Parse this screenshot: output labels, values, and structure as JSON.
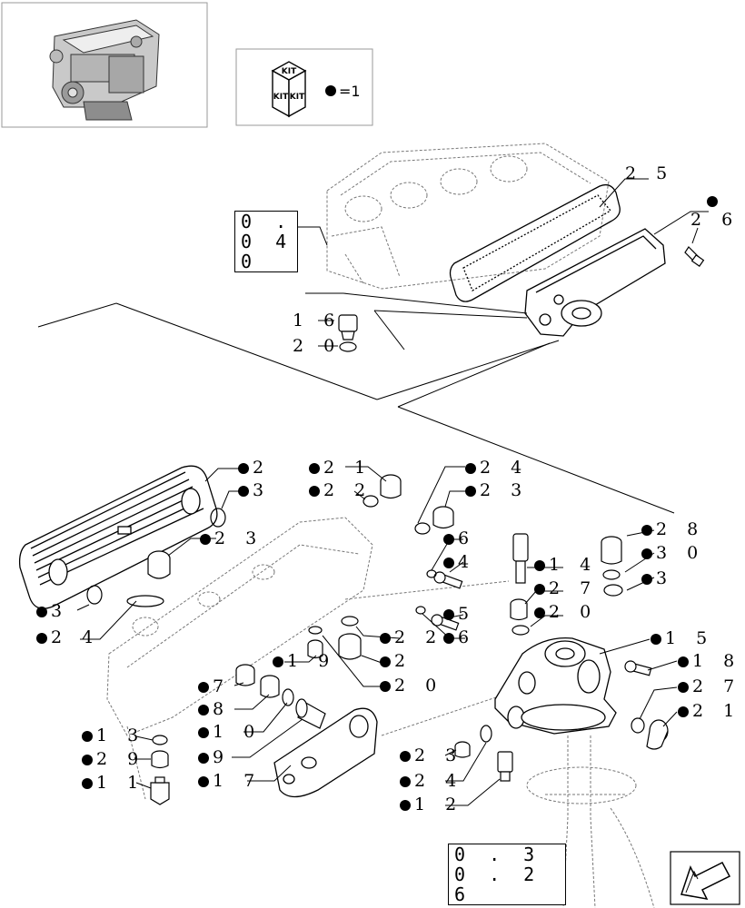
{
  "kit_legend": {
    "top": "KIT",
    "left": "KIT",
    "right": "KIT",
    "equals": "=1"
  },
  "references": {
    "block_ref": "0 . 0 4 0",
    "bottom_ref": "0 . 3 0 . 2 6"
  },
  "callouts": [
    {
      "key": "c25",
      "label": "2 5",
      "kit": false
    },
    {
      "key": "ckit_top",
      "label": "",
      "kit": true
    },
    {
      "key": "c26",
      "label": "2 6",
      "kit": false
    },
    {
      "key": "c16",
      "label": "1 6",
      "kit": false
    },
    {
      "key": "c20a",
      "label": "2 0",
      "kit": false
    },
    {
      "key": "c2",
      "label": "2",
      "kit": true
    },
    {
      "key": "c3a",
      "label": "3",
      "kit": true
    },
    {
      "key": "c21",
      "label": "2 1",
      "kit": true
    },
    {
      "key": "c22a",
      "label": "2 2",
      "kit": true
    },
    {
      "key": "c24a",
      "label": "2 4",
      "kit": true
    },
    {
      "key": "c23a",
      "label": "2 3",
      "kit": true
    },
    {
      "key": "c23b",
      "label": "2 3",
      "kit": true
    },
    {
      "key": "c6a",
      "label": "6",
      "kit": true
    },
    {
      "key": "c4",
      "label": "4",
      "kit": true
    },
    {
      "key": "c14",
      "label": "1 4",
      "kit": true
    },
    {
      "key": "c28",
      "label": "2 8",
      "kit": true
    },
    {
      "key": "c30",
      "label": "3 0",
      "kit": true
    },
    {
      "key": "c3b",
      "label": "3",
      "kit": true
    },
    {
      "key": "c27a",
      "label": "2 7",
      "kit": true
    },
    {
      "key": "c20b",
      "label": "2 0",
      "kit": true
    },
    {
      "key": "c5",
      "label": "5",
      "kit": true
    },
    {
      "key": "c6b",
      "label": "6",
      "kit": true
    },
    {
      "key": "c3c",
      "label": "3",
      "kit": true
    },
    {
      "key": "c24b",
      "label": "2 4",
      "kit": true
    },
    {
      "key": "c22b",
      "label": "2 2",
      "kit": true
    },
    {
      "key": "c2b",
      "label": "2",
      "kit": true
    },
    {
      "key": "c19",
      "label": "1 9",
      "kit": true
    },
    {
      "key": "c20c",
      "label": "2 0",
      "kit": true
    },
    {
      "key": "c15",
      "label": "1 5",
      "kit": true
    },
    {
      "key": "c18",
      "label": "1 8",
      "kit": true
    },
    {
      "key": "c27b",
      "label": "2 7",
      "kit": true
    },
    {
      "key": "c21b",
      "label": "2 1",
      "kit": true
    },
    {
      "key": "c7",
      "label": "7",
      "kit": true
    },
    {
      "key": "c8",
      "label": "8",
      "kit": true
    },
    {
      "key": "c10",
      "label": "1 0",
      "kit": true
    },
    {
      "key": "c9",
      "label": "9",
      "kit": true
    },
    {
      "key": "c17",
      "label": "1 7",
      "kit": true
    },
    {
      "key": "c13",
      "label": "1 3",
      "kit": true
    },
    {
      "key": "c29",
      "label": "2 9",
      "kit": true
    },
    {
      "key": "c11",
      "label": "1 1",
      "kit": true
    },
    {
      "key": "c23c",
      "label": "2 3",
      "kit": true
    },
    {
      "key": "c24c",
      "label": "2 4",
      "kit": true
    },
    {
      "key": "c12",
      "label": "1 2",
      "kit": true
    }
  ]
}
